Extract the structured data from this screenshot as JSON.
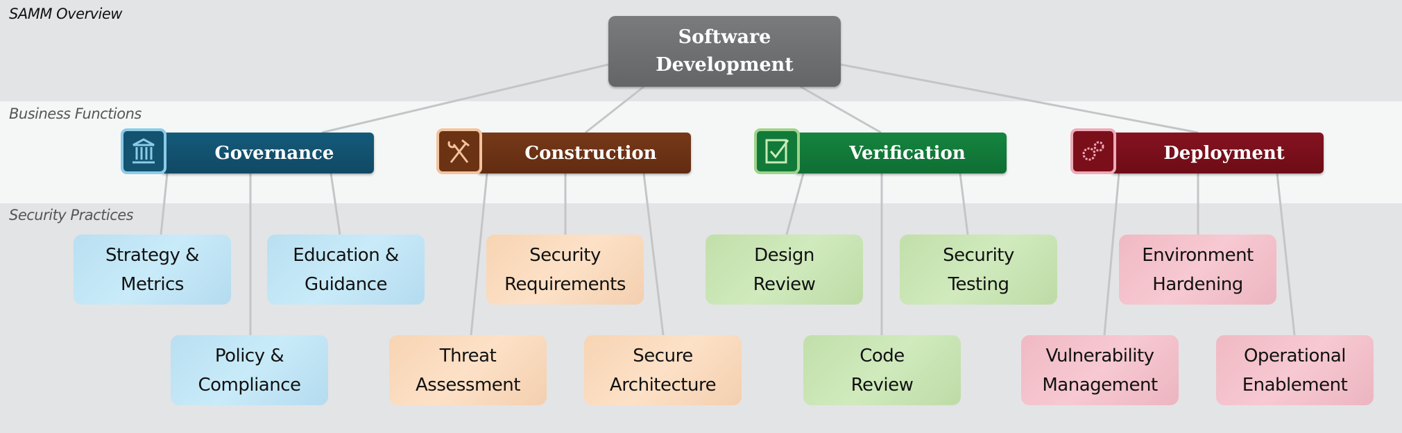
{
  "bands": {
    "overview": "SAMM Overview",
    "functions": "Business Functions",
    "practices": "Security Practices"
  },
  "root": {
    "line1": "Software",
    "line2": "Development"
  },
  "functions": [
    {
      "label": "Governance",
      "icon": "building-columns-icon",
      "color": "#145370",
      "icon_color": "#8ccbe8"
    },
    {
      "label": "Construction",
      "icon": "hammer-wrench-icon",
      "color": "#6c3214",
      "icon_color": "#f3c39e"
    },
    {
      "label": "Verification",
      "icon": "checklist-icon",
      "color": "#117a39",
      "icon_color": "#9fd38b"
    },
    {
      "label": "Deployment",
      "icon": "gears-icon",
      "color": "#7a0f1a",
      "icon_color": "#eeaab8"
    }
  ],
  "practices": {
    "governance": [
      "Strategy &\nMetrics",
      "Policy &\nCompliance",
      "Education &\nGuidance"
    ],
    "construction": [
      "Threat\nAssessment",
      "Security\nRequirements",
      "Secure\nArchitecture"
    ],
    "verification": [
      "Design\nReview",
      "Code\nReview",
      "Security\nTesting"
    ],
    "deployment": [
      "Vulnerability\nManagement",
      "Environment\nHardening",
      "Operational\nEnablement"
    ]
  }
}
